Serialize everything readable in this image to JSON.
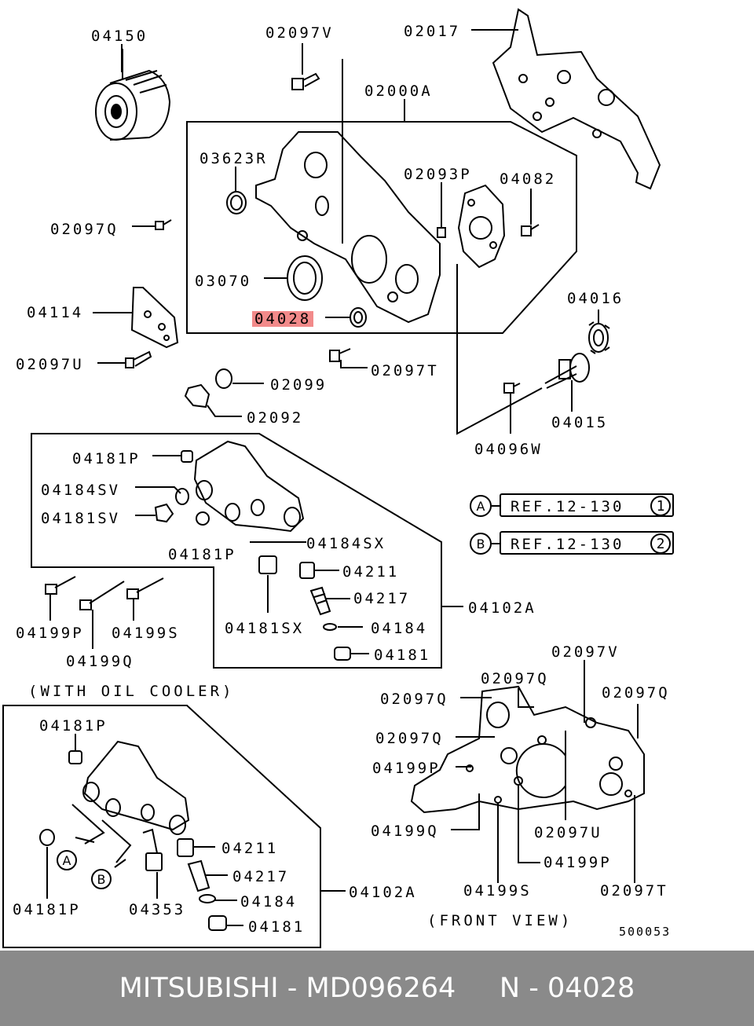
{
  "labels": {
    "l04150": "04150",
    "l02097V_top": "02097V",
    "l02017": "02017",
    "l02000A": "02000A",
    "l03623R": "03623R",
    "l02093P": "02093P",
    "l04082": "04082",
    "l02097Q_left": "02097Q",
    "l03070": "03070",
    "l04028": "04028",
    "l04114": "04114",
    "l04016": "04016",
    "l02097U_left": "02097U",
    "l02097T": "02097T",
    "l02099": "02099",
    "l04015": "04015",
    "l02092": "02092",
    "l04096W": "04096W",
    "l04181P_1": "04181P",
    "l04184SV": "04184SV",
    "l04181SV": "04181SV",
    "l04181P_2": "04181P",
    "l04184SX": "04184SX",
    "l04211_1": "04211",
    "l04217_1": "04217",
    "l04102A_1": "04102A",
    "l04181SX": "04181SX",
    "l04184_1": "04184",
    "l04181_1": "04181",
    "l04199P_left": "04199P",
    "l04199S_left": "04199S",
    "l04199Q_left": "04199Q",
    "with_oil_cooler": "(WITH OIL COOLER)",
    "l04181P_3": "04181P",
    "l04211_2": "04211",
    "l04217_2": "04217",
    "l04184_2": "04184",
    "l04181_2": "04181",
    "l04181P_4": "04181P",
    "l04353": "04353",
    "l04102A_2": "04102A",
    "l02097V_fv": "02097V",
    "l02097Q_fv1": "02097Q",
    "l02097Q_fv2": "02097Q",
    "l02097Q_fv3": "02097Q",
    "l02097Q_fv4": "02097Q",
    "l04199P_fv1": "04199P",
    "l04199Q_fv": "04199Q",
    "l02097U_fv": "02097U",
    "l04199P_fv2": "04199P",
    "l04199S_fv": "04199S",
    "l02097T_fv": "02097T",
    "front_view": "(FRONT VIEW)",
    "diagram_code": "500053"
  },
  "refs": [
    {
      "marker": "A",
      "text": "REF.12-130",
      "num": "1"
    },
    {
      "marker": "B",
      "text": "REF.12-130",
      "num": "2"
    }
  ],
  "small_markers": {
    "a": "A",
    "b": "B"
  },
  "highlight_color": "#f28a8a",
  "footer": {
    "brand": "MITSUBISHI",
    "sep": " - ",
    "part_number": "MD096264",
    "gap": "     ",
    "ref_number": "N - 04028"
  }
}
